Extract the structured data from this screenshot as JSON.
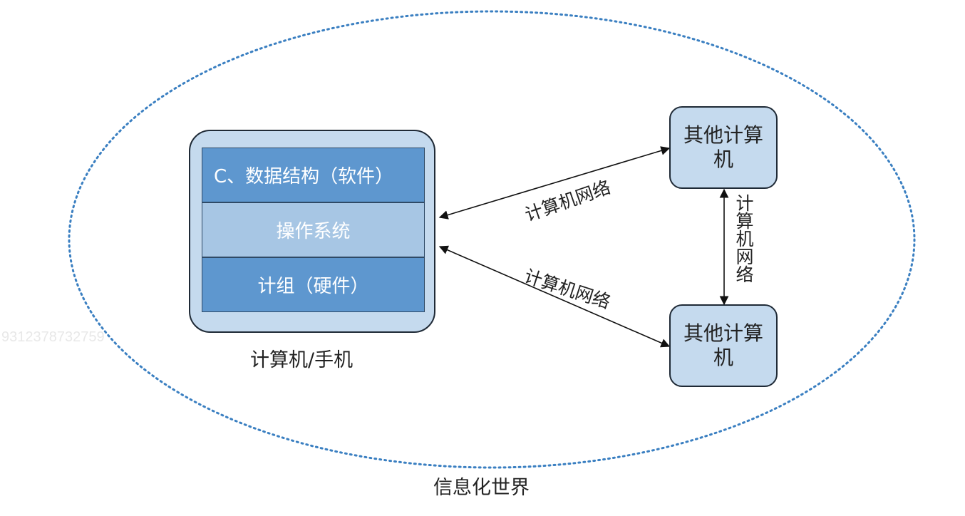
{
  "computer": {
    "layers": {
      "software": "C、数据结构（软件）",
      "os": "操作系统",
      "hardware": "计组（硬件）"
    },
    "caption": "计算机/手机"
  },
  "nodes": {
    "top": "其他计算机",
    "bottom": "其他计算机"
  },
  "connections": {
    "upper": "计算机网络",
    "lower": "计算机网络",
    "vertical": "计算机网络"
  },
  "world": {
    "caption": "信息化世界"
  },
  "watermark": {
    "id": "9312378732759"
  },
  "colors": {
    "boundary": "#3a7fc1",
    "box_fill": "#c5daee",
    "layer_dark": "#5e97cf",
    "layer_light": "#a7c6e4",
    "outline": "#1f2a36"
  }
}
